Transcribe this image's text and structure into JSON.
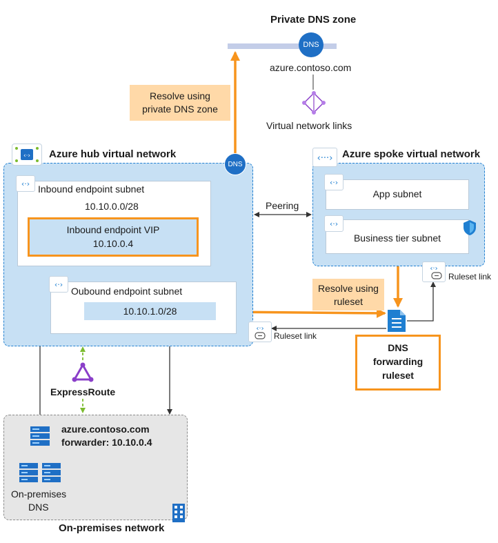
{
  "private_dns_zone": {
    "title": "Private DNS zone",
    "dns_badge": "DNS",
    "zone_name": "azure.contoso.com",
    "links_label": "Virtual network links"
  },
  "callouts": {
    "resolve_private": [
      "Resolve using",
      "private DNS zone"
    ],
    "resolve_ruleset": [
      "Resolve using",
      "ruleset"
    ]
  },
  "hub": {
    "title": "Azure hub virtual network",
    "dns_badge": "DNS",
    "inbound_subnet": {
      "label": "Inbound endpoint subnet",
      "cidr": "10.10.0.0/28",
      "vip_label": "Inbound endpoint VIP",
      "vip_ip": "10.10.0.4"
    },
    "outbound_subnet": {
      "label": "Oubound endpoint subnet",
      "cidr": "10.10.1.0/28"
    }
  },
  "peering_label": "Peering",
  "spoke": {
    "title": "Azure spoke virtual network",
    "app_subnet": "App subnet",
    "business_subnet": "Business tier subnet"
  },
  "ruleset_link_right": "Ruleset link",
  "ruleset_link_left": "Ruleset link",
  "forwarding_ruleset": [
    "DNS",
    "forwarding",
    "ruleset"
  ],
  "expressroute_label": "ExpressRoute",
  "onprem": {
    "forwarder_line1": "azure.contoso.com",
    "forwarder_line2": "forwarder: 10.10.0.4",
    "dns_label": [
      "On-premises",
      "DNS"
    ],
    "network_label": "On-premises network"
  },
  "colors": {
    "orange": "#f7941d",
    "vnet_fill": "#c7e0f4",
    "vnet_border": "#1f7fd1",
    "dns_blue": "#1f6fc5",
    "purple": "#8a3ec9",
    "green_dash": "#7cbb2f"
  }
}
